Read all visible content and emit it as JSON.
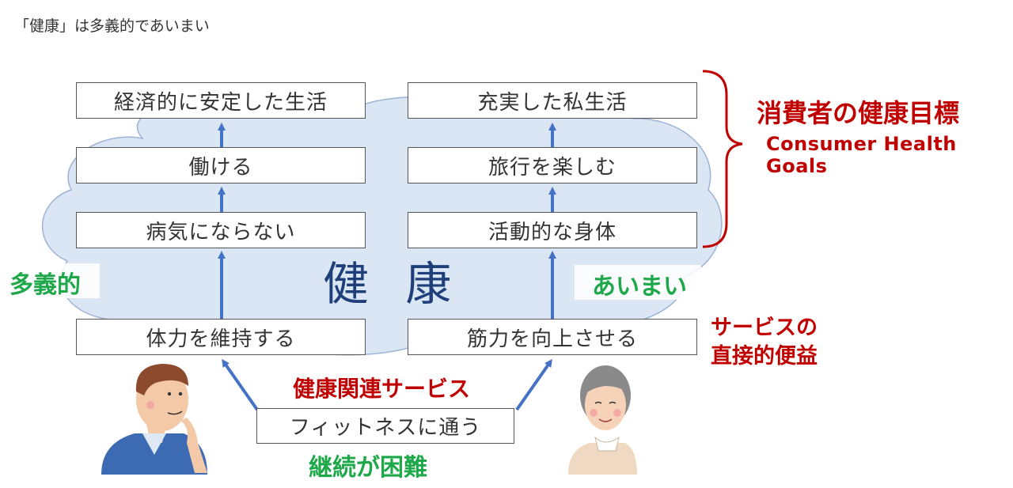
{
  "title": "「健康」は多義的であいまい",
  "center_label": "健 康",
  "left_column": [
    {
      "label": "経済的に安定した生活"
    },
    {
      "label": "働ける"
    },
    {
      "label": "病気にならない"
    },
    {
      "label": "体力を維持する"
    }
  ],
  "right_column": [
    {
      "label": "充実した私生活"
    },
    {
      "label": "旅行を楽しむ"
    },
    {
      "label": "活動的な身体"
    },
    {
      "label": "筋力を向上させる"
    }
  ],
  "service_box": "フィットネスに通う",
  "annotations": {
    "ambiguous_left": "多義的",
    "ambiguous_right": "あいまい",
    "goals_jp": "消費者の健康目標",
    "goals_en": "Consumer Health Goals",
    "direct_benefit_line1": "サービスの",
    "direct_benefit_line2": "直接的便益",
    "related_service": "健康関連サービス",
    "hard_to_continue": "継続が困難"
  },
  "colors": {
    "cloud_fill": "#dbe6f4",
    "cloud_stroke": "#9db3d4",
    "arrow": "#4472c4",
    "red": "#c00000",
    "green": "#1fa84a",
    "center_text": "#1f3f7a"
  }
}
